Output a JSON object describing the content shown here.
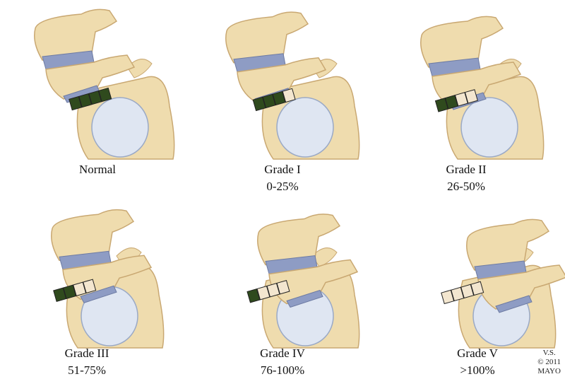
{
  "panels": [
    {
      "title": "Normal",
      "subtitle": "",
      "slip": 0,
      "green_squares": 4
    },
    {
      "title": "Grade I",
      "subtitle": "0-25%",
      "slip": 0.15,
      "green_squares": 3
    },
    {
      "title": "Grade II",
      "subtitle": "26-50%",
      "slip": 0.4,
      "green_squares": 2
    },
    {
      "title": "Grade III",
      "subtitle": "51-75%",
      "slip": 0.65,
      "green_squares": 2
    },
    {
      "title": "Grade IV",
      "subtitle": "76-100%",
      "slip": 0.9,
      "green_squares": 1
    },
    {
      "title": "Grade V",
      "subtitle": ">100%",
      "slip": 1.2,
      "green_squares": 0
    }
  ],
  "signature": {
    "initials": "V.S.",
    "copyright": "© 2011",
    "org": "MAYO"
  },
  "colors": {
    "bone": "#efdcae",
    "bone_shade": "#c9a872",
    "disc": "#8e9cc4",
    "green": "#2f4a1d",
    "pale": "#f3e6cf",
    "sacrum_inner": "#dfe6f2"
  }
}
